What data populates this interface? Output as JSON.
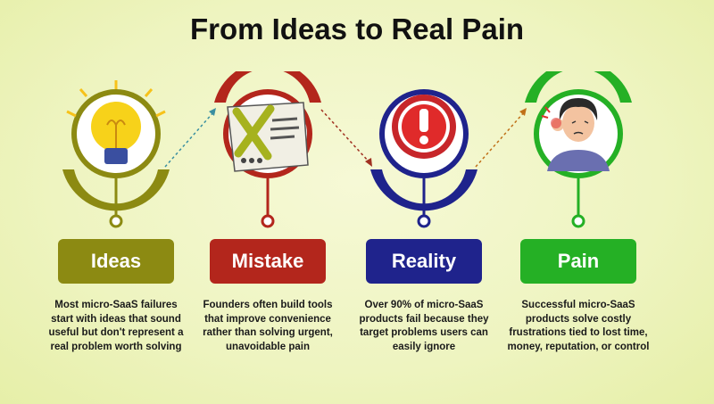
{
  "title": "From Ideas to Real Pain",
  "steps": [
    {
      "label": "Ideas",
      "description": "Most micro-SaaS failures start with ideas that sound useful but don't represent a real problem worth solving",
      "color": "#8c8a12",
      "icon": "lightbulb-icon"
    },
    {
      "label": "Mistake",
      "description": "Founders often build tools that improve convenience rather than solving urgent, unavoidable pain",
      "color": "#b3261c",
      "icon": "crossed-document-icon"
    },
    {
      "label": "Reality",
      "description": "Over 90% of micro-SaaS products fail because they target problems users can easily ignore",
      "color": "#1f238c",
      "icon": "exclamation-icon"
    },
    {
      "label": "Pain",
      "description": "Successful micro-SaaS products solve costly frustrations tied to lost time, money, reputation, or control",
      "color": "#25b025",
      "icon": "headache-person-icon"
    }
  ]
}
